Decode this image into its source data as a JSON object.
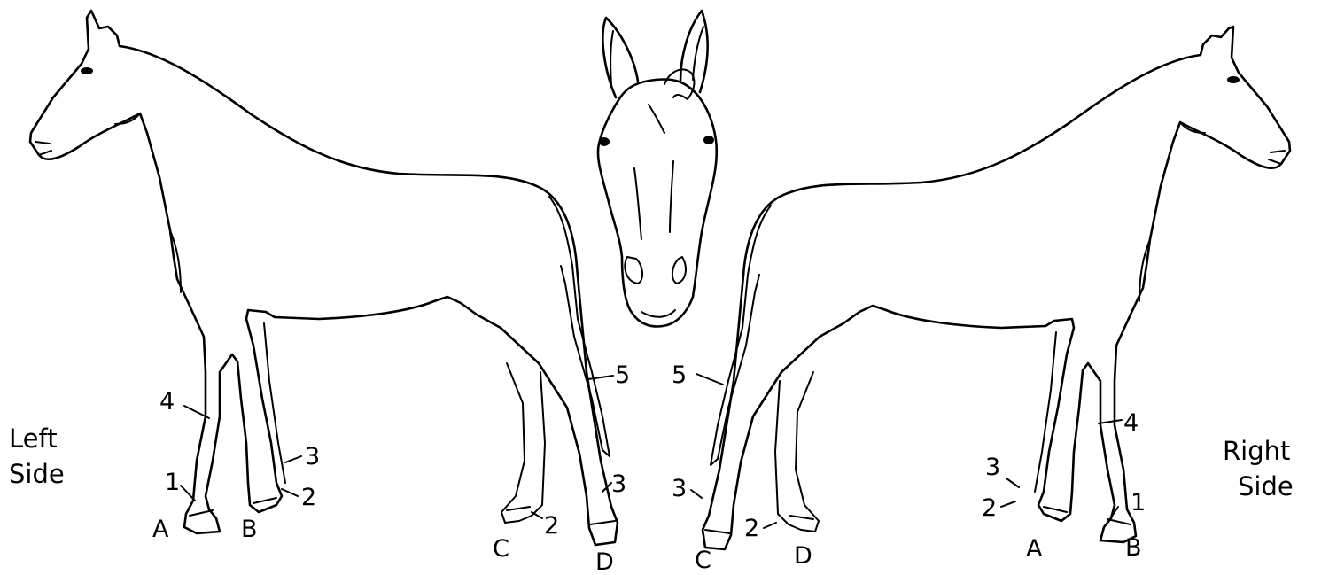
{
  "diagram": {
    "side_labels": {
      "left_line1": "Left",
      "left_line2": "Side",
      "right_line1": "Right",
      "right_line2": "Side"
    },
    "left_horse": {
      "legs": {
        "a": "A",
        "b": "B",
        "c": "C",
        "d": "D"
      },
      "markings": {
        "m1": "1",
        "m2_fore": "2",
        "m2_hind": "2",
        "m3_fore": "3",
        "m3_hind": "3",
        "m4": "4",
        "m5": "5"
      }
    },
    "right_horse": {
      "legs": {
        "a": "A",
        "b": "B",
        "c": "C",
        "d": "D"
      },
      "markings": {
        "m1": "1",
        "m2_fore": "2",
        "m2_hind": "2",
        "m3_fore": "3",
        "m3_hind": "3",
        "m4": "4",
        "m5": "5"
      }
    }
  }
}
